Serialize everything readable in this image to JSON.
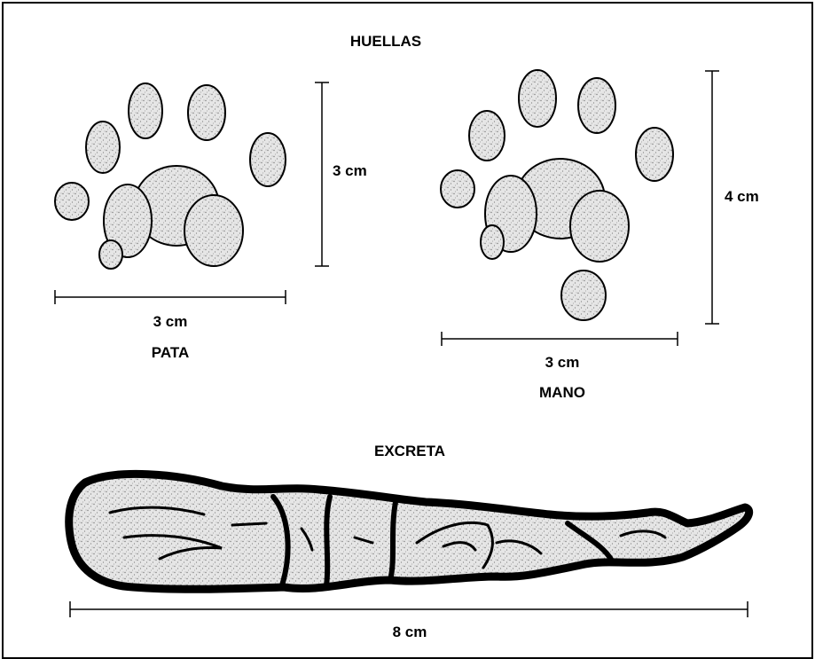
{
  "labels": {
    "title": "HUELLAS",
    "pata_measure_height": "3 cm",
    "pata_measure_width": "3 cm",
    "pata_caption": "PATA",
    "mano_measure_height": "4 cm",
    "mano_measure_width": "3 cm",
    "mano_caption": "MANO",
    "excreta_title": "EXCRETA",
    "excreta_measure": "8 cm"
  },
  "colors": {
    "stroke": "#000000",
    "pad_fill": "#e8e8e8",
    "stipple": "#8a8a8a",
    "background": "#ffffff"
  }
}
